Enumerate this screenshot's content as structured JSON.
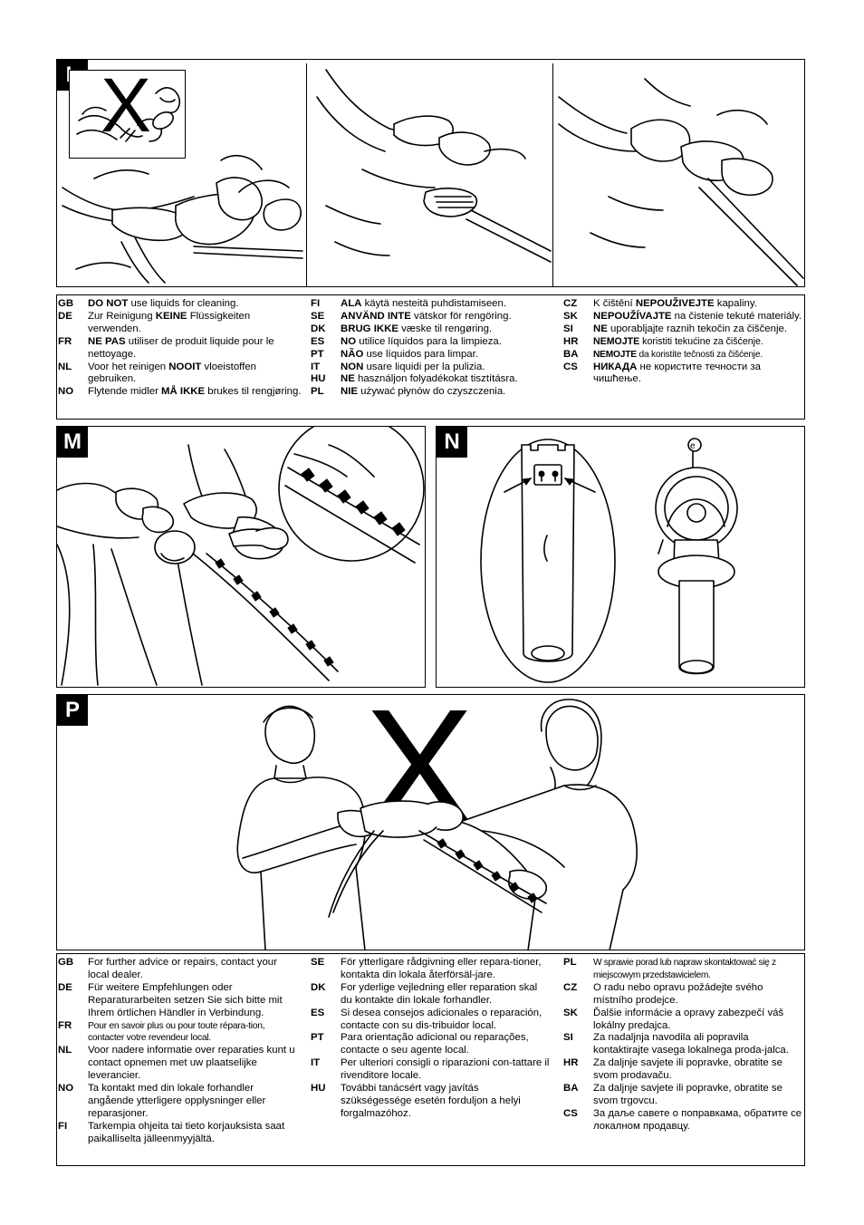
{
  "panels": {
    "l": {
      "badge": "L",
      "x_mark": "X"
    },
    "m": {
      "badge": "M"
    },
    "n": {
      "badge": "N"
    },
    "p": {
      "badge": "P",
      "x_mark": "X"
    }
  },
  "cleaning_text": {
    "col1": [
      {
        "code": "GB",
        "bold": "DO NOT",
        "after": " use liquids for cleaning.",
        "before": ""
      },
      {
        "code": "DE",
        "before": "Zur Reinigung ",
        "bold": "KEINE",
        "after": " Flüssigkeiten verwenden."
      },
      {
        "code": "FR",
        "before": "",
        "bold": "NE PAS",
        "after": " utiliser de produit liquide pour le nettoyage."
      },
      {
        "code": "NL",
        "before": "Voor het reinigen ",
        "bold": "NOOIT",
        "after": " vloeistoffen gebruiken."
      },
      {
        "code": "NO",
        "before": "Flytende midler ",
        "bold": "MÅ IKKE",
        "after": " brukes til rengjøring."
      }
    ],
    "col2": [
      {
        "code": "FI",
        "before": "",
        "bold": "ALA",
        "after": " käytä nesteitä puhdistamiseen."
      },
      {
        "code": "SE",
        "before": "",
        "bold": "ANVÄND INTE",
        "after": " vätskor för rengöring."
      },
      {
        "code": "DK",
        "before": "",
        "bold": "BRUG IKKE",
        "after": " væske til rengøring."
      },
      {
        "code": "ES",
        "before": "",
        "bold": "NO",
        "after": " utilice líquidos para la limpieza."
      },
      {
        "code": "PT",
        "before": "",
        "bold": "NÃO",
        "after": " use líquidos para limpar."
      },
      {
        "code": "IT",
        "before": "",
        "bold": "NON",
        "after": " usare liquidi per la pulizia."
      },
      {
        "code": "HU",
        "before": "",
        "bold": "NE",
        "after": " használjon folyadékokat tisztításra."
      },
      {
        "code": "PL",
        "before": "",
        "bold": "NIE",
        "after": " używać płynów do czyszczenia."
      }
    ],
    "col3": [
      {
        "code": "CZ",
        "before": "K čištění ",
        "bold": "NEPOUŽIVEJTE",
        "after": " kapaliny."
      },
      {
        "code": "SK",
        "before": "",
        "bold": "NEPOUŽÍVAJTE",
        "after": " na čistenie tekuté materiály."
      },
      {
        "code": "SI",
        "before": "",
        "bold": "NE",
        "after": " uporabljajte raznih tekočin za čiščenje."
      },
      {
        "code": "HR",
        "before": "",
        "bold": "NEMOJTE",
        "after": " koristiti tekućine za čišćenje."
      },
      {
        "code": "BA",
        "before": "",
        "bold": "NEMOJTE",
        "after": " da koristite tečnosti za čišćenje."
      },
      {
        "code": "CS",
        "before": "",
        "bold": "НИКАДА",
        "after": " не користите течности за чишћење."
      }
    ]
  },
  "advice_text": {
    "col1": [
      {
        "code": "GB",
        "text": "For further advice or repairs, contact your local dealer."
      },
      {
        "code": "DE",
        "text": "Für weitere Empfehlungen oder Reparaturarbeiten setzen Sie sich bitte mit Ihrem örtlichen Händler in Verbindung."
      },
      {
        "code": "FR",
        "text": "Pour en savoir plus ou pour toute répara-tion, contacter votre revendeur local."
      },
      {
        "code": "NL",
        "text": "Voor nadere informatie over reparaties kunt u contact opnemen met uw plaatselijke leverancier."
      },
      {
        "code": "NO",
        "text": "Ta kontakt med din lokale forhandler angående ytterligere opplysninger eller reparasjoner."
      },
      {
        "code": "FI",
        "text": "Tarkempia ohjeita tai tieto korjauksista saat paikalliselta jälleenmyyjältä."
      }
    ],
    "col2": [
      {
        "code": "SE",
        "text": "För ytterligare rådgivning eller repara-tioner, kontakta din lokala återförsäl-jare."
      },
      {
        "code": "DK",
        "text": "For yderlige vejledning eller reparation skal du kontakte din lokale forhandler."
      },
      {
        "code": "ES",
        "text": "Si desea consejos adicionales o reparación, contacte con su dis-tribuidor local."
      },
      {
        "code": "PT",
        "text": "Para orientação adicional ou reparações, contacte o seu agente local."
      },
      {
        "code": "IT",
        "text": "Per ulteriori consigli o riparazioni con-tattare il rivenditore locale."
      },
      {
        "code": "HU",
        "text": "További tanácsért vagy javítás szükségessége esetén forduljon a helyi forgalmazóhoz."
      }
    ],
    "col3": [
      {
        "code": "PL",
        "text": "W sprawie porad lub napraw skontaktować się z miejscowym przedstawicielem."
      },
      {
        "code": "CZ",
        "text": "O radu nebo opravu požádejte svého místního prodejce."
      },
      {
        "code": "SK",
        "text": "Ďalšie informácie a opravy zabezpečí váš lokálny predajca."
      },
      {
        "code": "SI",
        "text": "Za nadaljnja navodila ali popravila kontaktirajte vasega lokalnega proda-jalca."
      },
      {
        "code": "HR",
        "text": "Za daljnje savjete ili popravke, obratite se svom prodavaču."
      },
      {
        "code": "BA",
        "text": "Za daljnje savjete ili popravke, obratite se svom trgovcu."
      },
      {
        "code": "CS",
        "text": "За даље савете о поправкама, обратите се локалном продавцу."
      }
    ]
  }
}
